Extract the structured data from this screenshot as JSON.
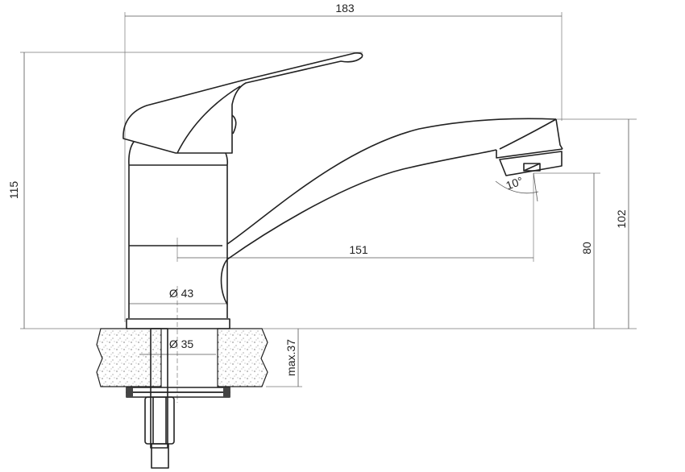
{
  "drawing": {
    "title": "Faucet technical drawing",
    "dimensions": {
      "total_width": "183",
      "total_height": "115",
      "spout_height": "102",
      "aerator_height": "80",
      "spout_reach": "151",
      "body_diameter": "Ø 43",
      "hole_diameter": "Ø 35",
      "max_counter_thickness": "max.37",
      "aerator_angle": "10°"
    },
    "colors": {
      "line": "#222222",
      "dim": "#555555"
    }
  }
}
